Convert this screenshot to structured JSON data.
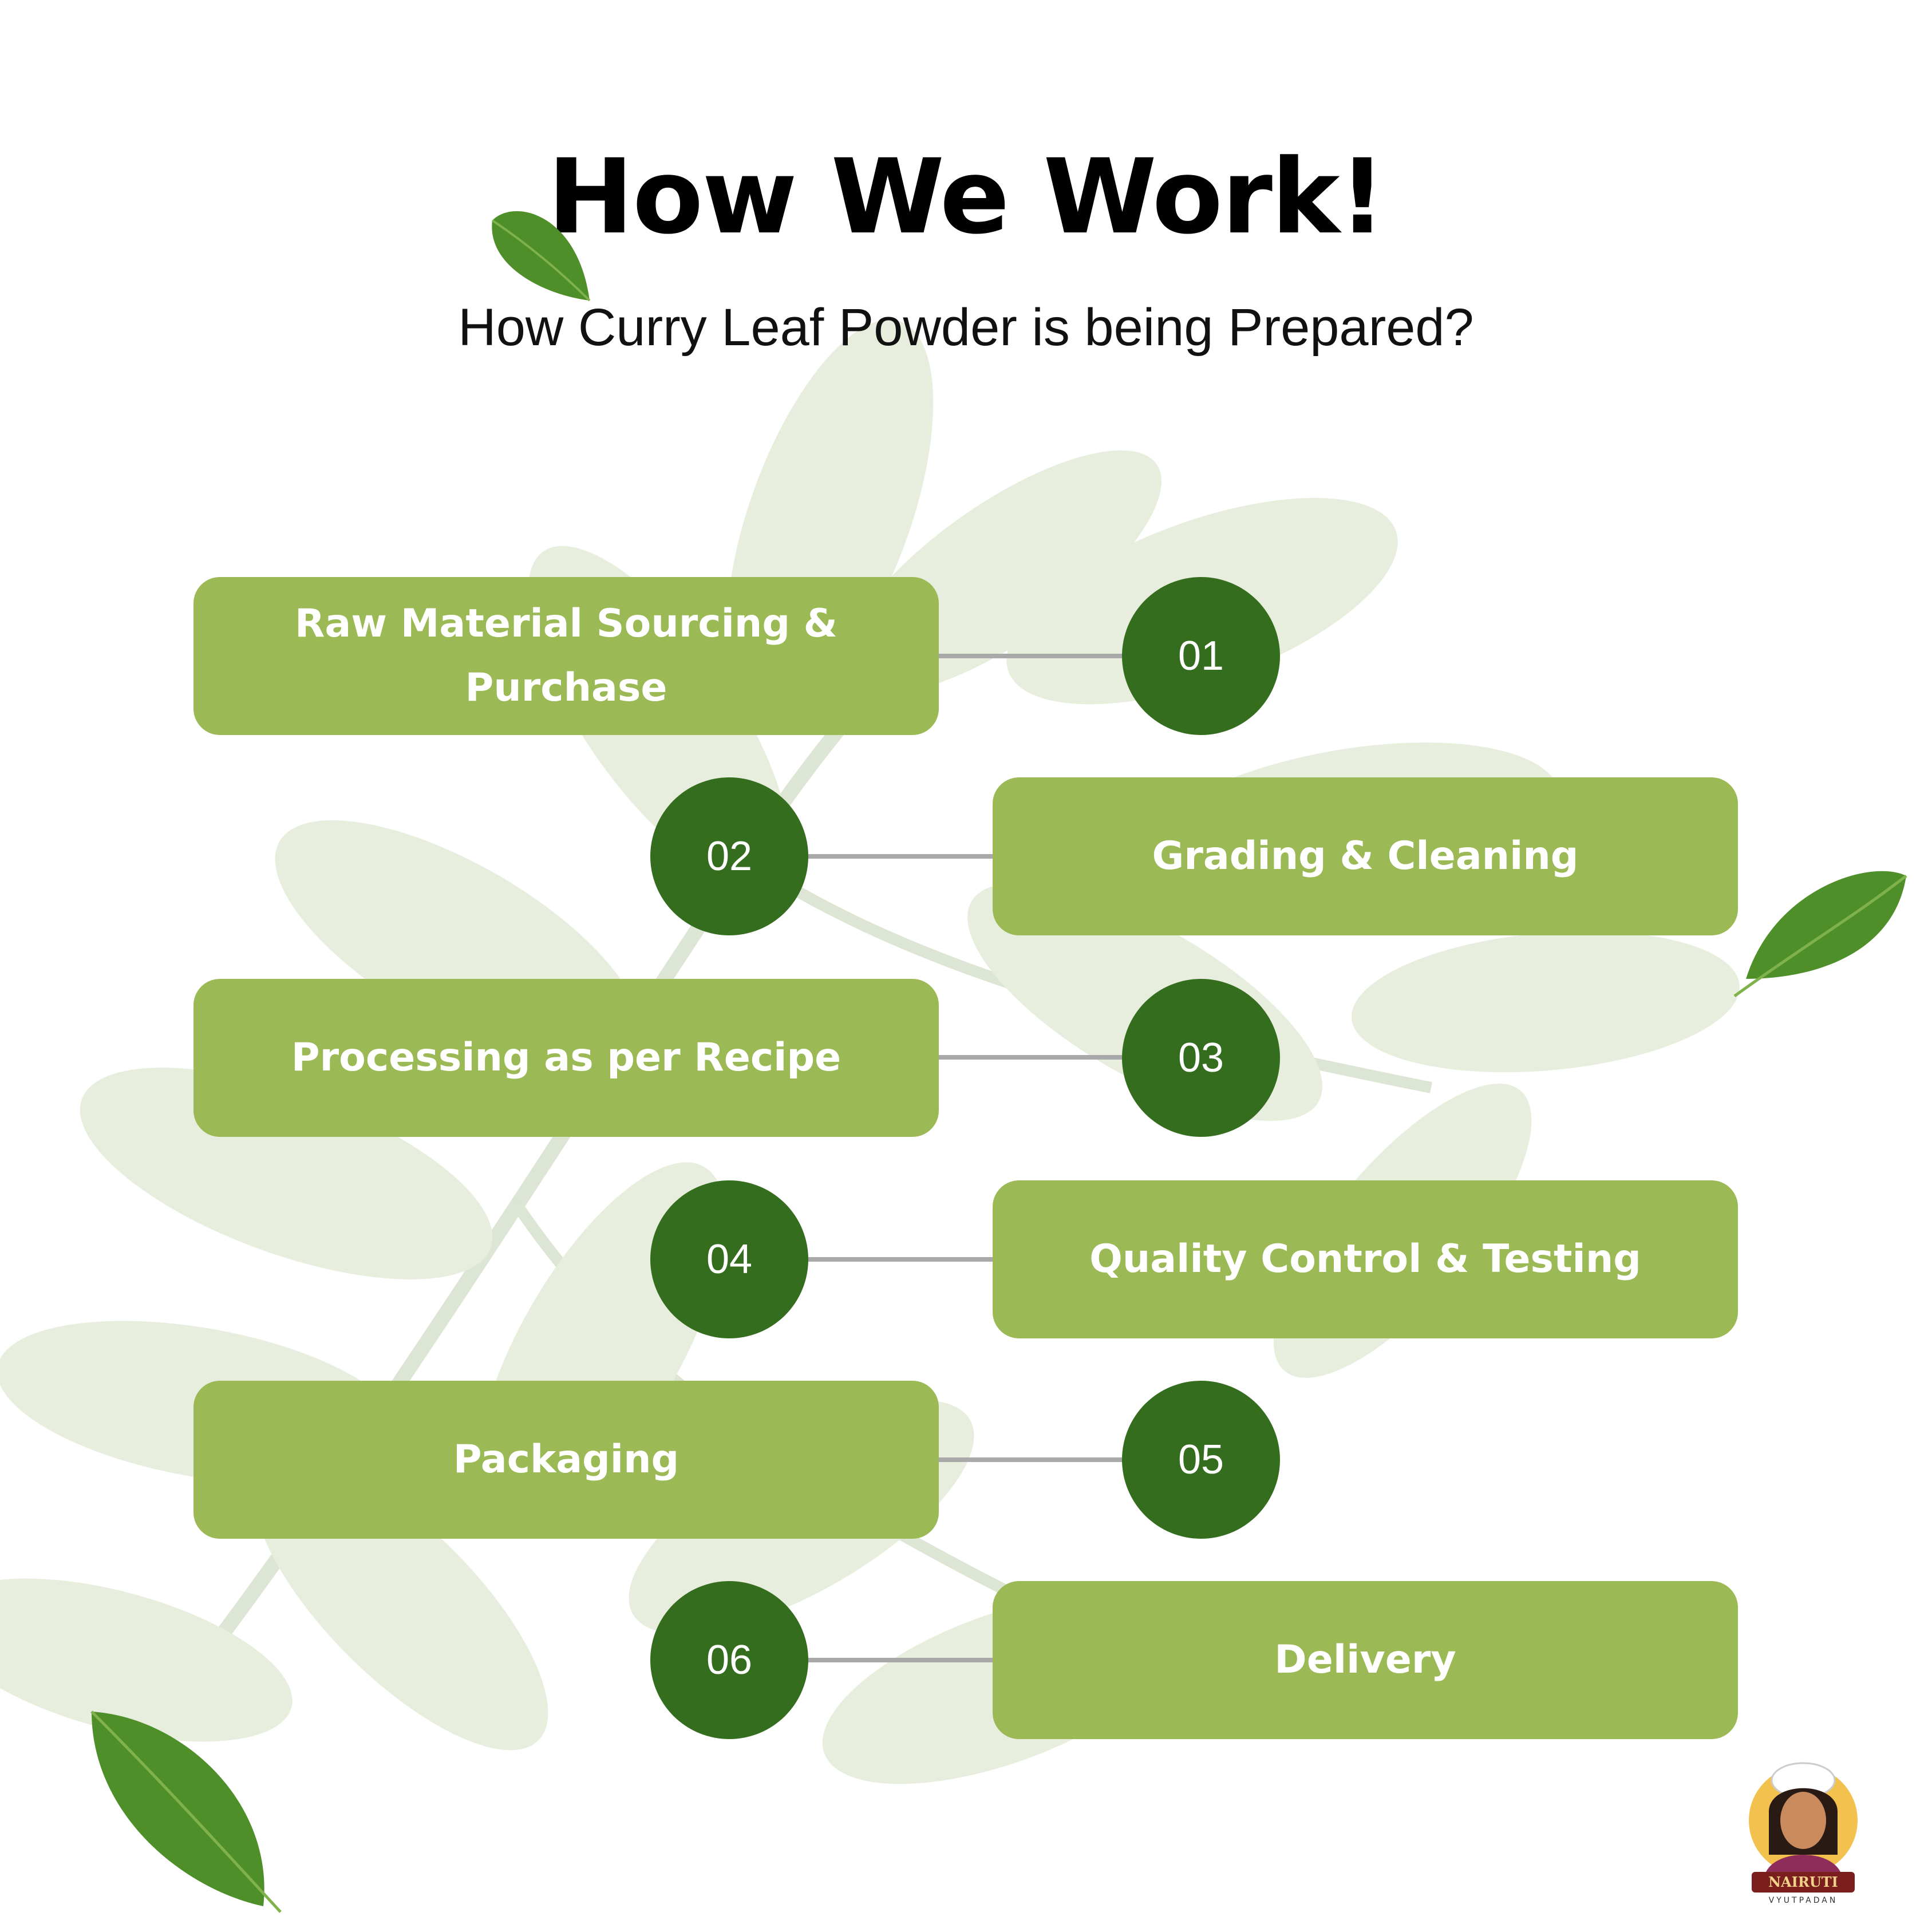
{
  "header": {
    "title": "How We Work!",
    "subtitle": "How Curry Leaf Powder is being Prepared?"
  },
  "steps": [
    {
      "number": "01",
      "label": "Raw Material Sourcing & Purchase"
    },
    {
      "number": "02",
      "label": "Grading & Cleaning"
    },
    {
      "number": "03",
      "label": "Processing as per Recipe"
    },
    {
      "number": "04",
      "label": "Quality Control & Testing"
    },
    {
      "number": "05",
      "label": "Packaging"
    },
    {
      "number": "06",
      "label": "Delivery"
    }
  ],
  "logo": {
    "brand": "NAIRUTI",
    "tagline": "VYUTPADAN"
  },
  "colors": {
    "step_box": "#9bb954",
    "step_number": "#356d1f",
    "connector": "#a9a9a9",
    "leaf": "#4f8f2a"
  }
}
